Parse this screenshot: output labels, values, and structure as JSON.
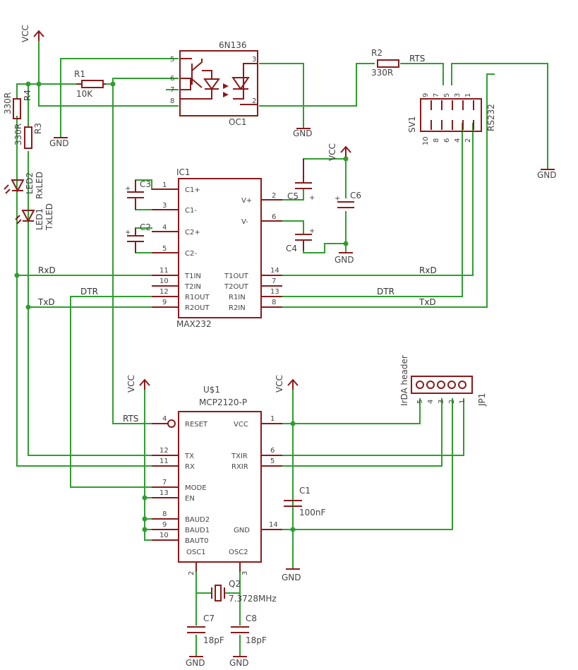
{
  "colors": {
    "wire": "#2f9e2f",
    "part": "#8b1a1a",
    "text": "#444444",
    "background": "#ffffff"
  },
  "supply": {
    "vcc": "VCC",
    "gnd": "GND"
  },
  "parts": {
    "oc1": {
      "type": "6N136",
      "ref": "OC1",
      "pins": [
        "5",
        "6",
        "7",
        "8",
        "3",
        "2"
      ]
    },
    "r1": {
      "ref": "R1",
      "value": "10K"
    },
    "r2": {
      "ref": "R2",
      "value": "330R"
    },
    "r3": {
      "ref": "R3",
      "value": "330R"
    },
    "r4": {
      "ref": "R4",
      "value": "330R"
    },
    "led1": {
      "ref": "LED1",
      "value": "TxLED"
    },
    "led2": {
      "ref": "LED2",
      "value": "RxLED"
    },
    "sv1": {
      "ref": "SV1",
      "value": "RS232",
      "pins_top": [
        "9",
        "7",
        "5",
        "3",
        "1"
      ],
      "pins_bottom": [
        "10",
        "8",
        "6",
        "4",
        "2"
      ]
    },
    "ic1": {
      "ref": "IC1",
      "type": "MAX232",
      "left_pins": [
        {
          "num": "1",
          "name": "C1+"
        },
        {
          "num": "3",
          "name": "C1-"
        },
        {
          "num": "4",
          "name": "C2+"
        },
        {
          "num": "5",
          "name": "C2-"
        },
        {
          "num": "11",
          "name": "T1IN"
        },
        {
          "num": "10",
          "name": "T2IN"
        },
        {
          "num": "12",
          "name": "R1OUT"
        },
        {
          "num": "9",
          "name": "R2OUT"
        }
      ],
      "right_pins": [
        {
          "num": "2",
          "name": "V+"
        },
        {
          "num": "6",
          "name": "V-"
        },
        {
          "num": "14",
          "name": "T1OUT"
        },
        {
          "num": "7",
          "name": "T2OUT"
        },
        {
          "num": "13",
          "name": "R1IN"
        },
        {
          "num": "8",
          "name": "R2IN"
        }
      ]
    },
    "caps": {
      "c2": "C2",
      "c3": "C3",
      "c4": "C4",
      "c5": "C5",
      "c6": "C6"
    },
    "u1": {
      "ref": "U$1",
      "type": "MCP2120-P",
      "left_pins": [
        {
          "num": "4",
          "name": "RESET"
        },
        {
          "num": "12",
          "name": "TX"
        },
        {
          "num": "11",
          "name": "RX"
        },
        {
          "num": "7",
          "name": "MODE"
        },
        {
          "num": "13",
          "name": "EN"
        },
        {
          "num": "8",
          "name": "BAUD2"
        },
        {
          "num": "9",
          "name": "BAUD1"
        },
        {
          "num": "10",
          "name": "BAUT0"
        }
      ],
      "right_pins": [
        {
          "num": "1",
          "name": "VCC"
        },
        {
          "num": "6",
          "name": "TXIR"
        },
        {
          "num": "5",
          "name": "RXIR"
        },
        {
          "num": "14",
          "name": "GND"
        }
      ],
      "bottom_pins": [
        {
          "num": "2",
          "name": "OSC1"
        },
        {
          "num": "3",
          "name": "OSC2"
        }
      ]
    },
    "c1": {
      "ref": "C1",
      "value": "100nF"
    },
    "c7": {
      "ref": "C7",
      "value": "18pF"
    },
    "c8": {
      "ref": "C8",
      "value": "18pF"
    },
    "q2": {
      "ref": "Q2",
      "value": "7.3728MHz"
    },
    "jp1": {
      "ref": "JP1",
      "value": "IrDA header",
      "pins": [
        "5",
        "4",
        "3",
        "2",
        "1"
      ]
    }
  },
  "nets": {
    "rxd": "RxD",
    "txd": "TxD",
    "dtr": "DTR",
    "rts": "RTS"
  }
}
